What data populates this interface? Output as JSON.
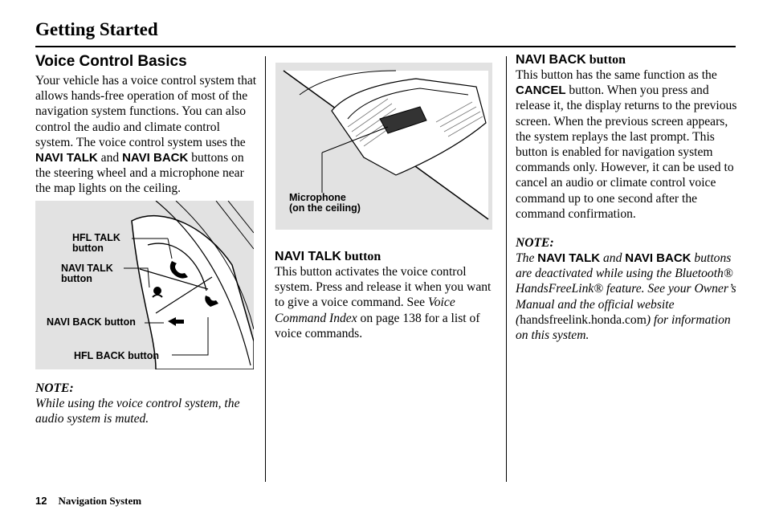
{
  "header": {
    "title": "Getting Started"
  },
  "col1": {
    "section_title": "Voice Control Basics",
    "intro_a": "Your vehicle has a voice control system that allows hands-free operation of most of the navigation system functions. You can also control the audio and climate control system. The voice control system uses the ",
    "navi_talk": "NAVI TALK",
    "and": " and ",
    "navi_back": "NAVI BACK",
    "intro_b": " buttons on the steering wheel and a microphone near the map lights on the ceiling.",
    "figure_labels": {
      "hfl_talk": "HFL TALK\nbutton",
      "navi_talk": "NAVI TALK\nbutton",
      "navi_back": "NAVI BACK button",
      "hfl_back": "HFL BACK button"
    },
    "note_heading": "NOTE:",
    "note_text": "While using the voice control system, the audio system is muted."
  },
  "col2": {
    "figure_label": "Microphone\n(on the ceiling)",
    "heading_sans": "NAVI TALK",
    "heading_serif": " button",
    "text_a": "This button activates the voice control system. Press and release it when you want to give a voice command. See ",
    "text_link": "Voice Command Index",
    "text_b": " on page 138 for a list of voice commands."
  },
  "col3": {
    "heading_sans": "NAVI BACK",
    "heading_serif": " button",
    "text_a": "This button has the same function as the ",
    "cancel": "CANCEL",
    "text_b": " button. When you press and release it, the display returns to the previous screen. When the previous screen appears, the system replays the last prompt. This button is enabled for navigation system commands only. However, it can be used to cancel an audio or climate control voice command up to one second after the command confirmation.",
    "note_heading": "NOTE:",
    "note_the": "The ",
    "note_navi_talk": "NAVI TALK",
    "note_and": " and ",
    "note_navi_back": "NAVI BACK",
    "note_a": " buttons are deactivated while using the Bluetooth® HandsFreeLink® feature. See your Owner’s Manual and the official website (",
    "note_url": "handsfreelink.honda.com",
    "note_b": ") for information on this system."
  },
  "footer": {
    "page_number": "12",
    "title": "Navigation System"
  }
}
